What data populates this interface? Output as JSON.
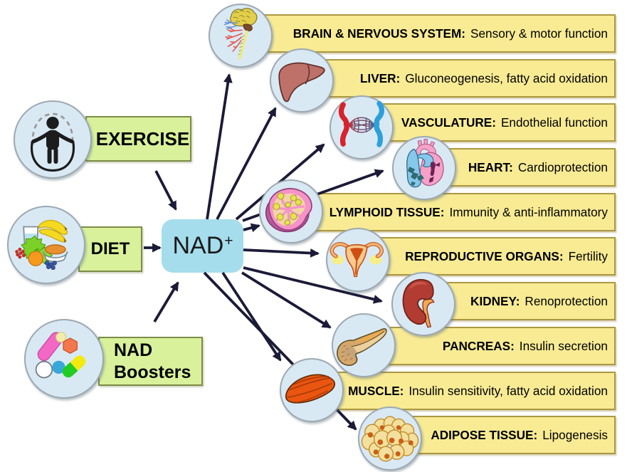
{
  "colors": {
    "background": "#ffffff",
    "banner_fill": "#f8eb94",
    "banner_border": "#ab9840",
    "factor_fill": "#d9f19b",
    "factor_border": "#7d8c48",
    "nad_fill": "#a5ddec",
    "circle_fill": "#d9e9f4",
    "circle_border": "#9da9b2",
    "arrow": "#1b1b38",
    "text": "#000000"
  },
  "center": {
    "label": "NAD",
    "superscript": "+"
  },
  "factors": [
    {
      "label": "EXERCISE",
      "icon": "jump-rope-exercise-icon"
    },
    {
      "label": "DIET",
      "icon": "healthy-food-icon"
    },
    {
      "label": "NAD Boosters",
      "icon": "pills-icon"
    }
  ],
  "organs": [
    {
      "name": "BRAIN & NERVOUS SYSTEM:",
      "desc": "Sensory & motor function",
      "icon": "brain-icon"
    },
    {
      "name": "LIVER:",
      "desc": "Gluconeogenesis, fatty acid oxidation",
      "icon": "liver-icon"
    },
    {
      "name": "VASCULATURE:",
      "desc": "Endothelial function",
      "icon": "vasculature-icon"
    },
    {
      "name": "HEART:",
      "desc": "Cardioprotection",
      "icon": "heart-icon"
    },
    {
      "name": "LYMPHOID TISSUE:",
      "desc": "Immunity & anti-inflammatory",
      "icon": "lymph-node-icon"
    },
    {
      "name": "REPRODUCTIVE ORGANS:",
      "desc": "Fertility",
      "icon": "uterus-icon"
    },
    {
      "name": "KIDNEY:",
      "desc": "Renoprotection",
      "icon": "kidney-icon"
    },
    {
      "name": "PANCREAS:",
      "desc": "Insulin secretion",
      "icon": "pancreas-icon"
    },
    {
      "name": "MUSCLE:",
      "desc": "Insulin sensitivity, fatty acid oxidation",
      "icon": "muscle-icon"
    },
    {
      "name": "ADIPOSE TISSUE:",
      "desc": "Lipogenesis",
      "icon": "adipose-cells-icon"
    }
  ]
}
